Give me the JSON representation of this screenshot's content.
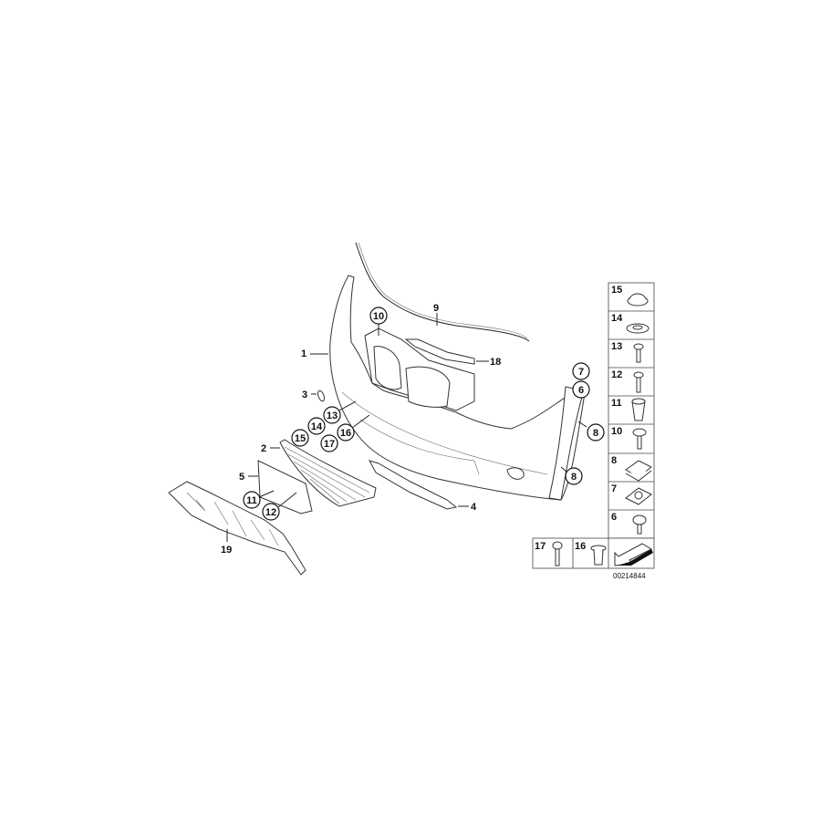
{
  "diagram": {
    "callouts": {
      "c1": "1",
      "c2": "2",
      "c3": "3",
      "c4": "4",
      "c5": "5",
      "c6": "6",
      "c7": "7",
      "c8a": "8",
      "c8b": "8",
      "c9": "9",
      "c10": "10",
      "c11": "11",
      "c12": "12",
      "c13": "13",
      "c14": "14",
      "c15": "15",
      "c16": "16",
      "c17": "17",
      "c18": "18",
      "c19": "19"
    },
    "parts_panel": {
      "items": [
        "15",
        "14",
        "13",
        "12",
        "11",
        "10",
        "8",
        "7",
        "6"
      ],
      "bottom": [
        "17",
        "16"
      ]
    },
    "diagram_code": "00214844"
  }
}
